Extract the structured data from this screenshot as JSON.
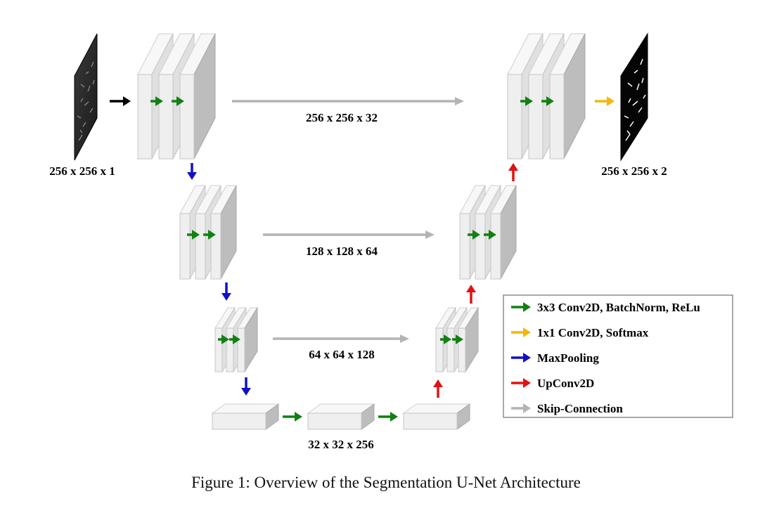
{
  "colors": {
    "conv": "#128012",
    "softmax": "#f2b70f",
    "maxpool": "#1010c8",
    "upconv": "#e01212",
    "skip": "#b4b4b4",
    "input_arrow": "#000000"
  },
  "labels": {
    "input_size": "256 x 256 x 1",
    "output_size": "256 x 256 x 2",
    "level1_size": "256 x 256 x 32",
    "level2_size": "128 x 128 x 64",
    "level3_size": "64 x 64 x 128",
    "bottleneck_size": "32 x 32 x 256"
  },
  "legend": [
    {
      "key": "conv",
      "label": "3x3 Conv2D, BatchNorm, ReLu"
    },
    {
      "key": "softmax",
      "label": "1x1 Conv2D, Softmax"
    },
    {
      "key": "maxpool",
      "label": "MaxPooling"
    },
    {
      "key": "upconv",
      "label": "UpConv2D"
    },
    {
      "key": "skip",
      "label": "Skip-Connection"
    }
  ],
  "caption": "Figure 1: Overview of the Segmentation U-Net Architecture"
}
